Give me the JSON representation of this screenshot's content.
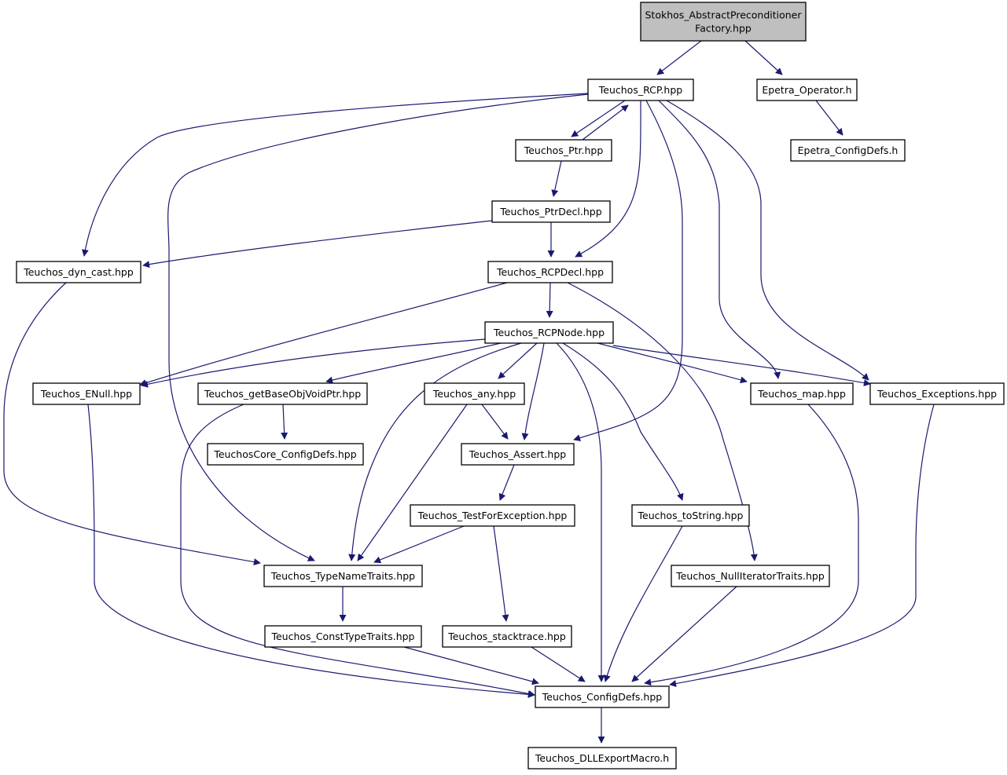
{
  "nodes": [
    {
      "id": "stokhos_apf",
      "lines": [
        "Stokhos_AbstractPreconditioner",
        "Factory.hpp"
      ],
      "root": true
    },
    {
      "id": "rcp",
      "lines": [
        "Teuchos_RCP.hpp"
      ]
    },
    {
      "id": "epetra_op",
      "lines": [
        "Epetra_Operator.h"
      ]
    },
    {
      "id": "ptr",
      "lines": [
        "Teuchos_Ptr.hpp"
      ]
    },
    {
      "id": "epetra_cfg",
      "lines": [
        "Epetra_ConfigDefs.h"
      ]
    },
    {
      "id": "ptrdecl",
      "lines": [
        "Teuchos_PtrDecl.hpp"
      ]
    },
    {
      "id": "dyncast",
      "lines": [
        "Teuchos_dyn_cast.hpp"
      ]
    },
    {
      "id": "rcpdecl",
      "lines": [
        "Teuchos_RCPDecl.hpp"
      ]
    },
    {
      "id": "rcpnode",
      "lines": [
        "Teuchos_RCPNode.hpp"
      ]
    },
    {
      "id": "enull",
      "lines": [
        "Teuchos_ENull.hpp"
      ]
    },
    {
      "id": "getbase",
      "lines": [
        "Teuchos_getBaseObjVoidPtr.hpp"
      ]
    },
    {
      "id": "any",
      "lines": [
        "Teuchos_any.hpp"
      ]
    },
    {
      "id": "map",
      "lines": [
        "Teuchos_map.hpp"
      ]
    },
    {
      "id": "exceptions",
      "lines": [
        "Teuchos_Exceptions.hpp"
      ]
    },
    {
      "id": "corecfg",
      "lines": [
        "TeuchosCore_ConfigDefs.hpp"
      ]
    },
    {
      "id": "assert",
      "lines": [
        "Teuchos_Assert.hpp"
      ]
    },
    {
      "id": "testforexc",
      "lines": [
        "Teuchos_TestForException.hpp"
      ]
    },
    {
      "id": "tostring",
      "lines": [
        "Teuchos_toString.hpp"
      ]
    },
    {
      "id": "typename",
      "lines": [
        "Teuchos_TypeNameTraits.hpp"
      ]
    },
    {
      "id": "nulliter",
      "lines": [
        "Teuchos_NullIteratorTraits.hpp"
      ]
    },
    {
      "id": "consttype",
      "lines": [
        "Teuchos_ConstTypeTraits.hpp"
      ]
    },
    {
      "id": "stacktrace",
      "lines": [
        "Teuchos_stacktrace.hpp"
      ]
    },
    {
      "id": "configdefs",
      "lines": [
        "Teuchos_ConfigDefs.hpp"
      ]
    },
    {
      "id": "dllexport",
      "lines": [
        "Teuchos_DLLExportMacro.h"
      ]
    }
  ],
  "edges": [
    {
      "from": "stokhos_apf",
      "to": "rcp"
    },
    {
      "from": "stokhos_apf",
      "to": "epetra_op"
    },
    {
      "from": "rcp",
      "to": "ptr"
    },
    {
      "from": "rcp",
      "to": "dyncast"
    },
    {
      "from": "rcp",
      "to": "typename"
    },
    {
      "from": "rcp",
      "to": "rcpdecl"
    },
    {
      "from": "rcp",
      "to": "assert"
    },
    {
      "from": "rcp",
      "to": "map"
    },
    {
      "from": "rcp",
      "to": "exceptions"
    },
    {
      "from": "ptr",
      "to": "rcp"
    },
    {
      "from": "ptr",
      "to": "ptrdecl"
    },
    {
      "from": "epetra_op",
      "to": "epetra_cfg"
    },
    {
      "from": "ptrdecl",
      "to": "dyncast"
    },
    {
      "from": "ptrdecl",
      "to": "rcpdecl"
    },
    {
      "from": "dyncast",
      "to": "typename"
    },
    {
      "from": "rcpdecl",
      "to": "rcpnode"
    },
    {
      "from": "rcpdecl",
      "to": "enull"
    },
    {
      "from": "rcpdecl",
      "to": "nulliter"
    },
    {
      "from": "rcpnode",
      "to": "enull"
    },
    {
      "from": "rcpnode",
      "to": "getbase"
    },
    {
      "from": "rcpnode",
      "to": "any"
    },
    {
      "from": "rcpnode",
      "to": "assert"
    },
    {
      "from": "rcpnode",
      "to": "typename"
    },
    {
      "from": "rcpnode",
      "to": "configdefs"
    },
    {
      "from": "rcpnode",
      "to": "tostring"
    },
    {
      "from": "rcpnode",
      "to": "map"
    },
    {
      "from": "rcpnode",
      "to": "exceptions"
    },
    {
      "from": "enull",
      "to": "configdefs"
    },
    {
      "from": "getbase",
      "to": "corecfg"
    },
    {
      "from": "getbase",
      "to": "configdefs"
    },
    {
      "from": "any",
      "to": "assert"
    },
    {
      "from": "any",
      "to": "typename"
    },
    {
      "from": "assert",
      "to": "testforexc"
    },
    {
      "from": "testforexc",
      "to": "typename"
    },
    {
      "from": "testforexc",
      "to": "stacktrace"
    },
    {
      "from": "tostring",
      "to": "configdefs"
    },
    {
      "from": "map",
      "to": "configdefs"
    },
    {
      "from": "exceptions",
      "to": "configdefs"
    },
    {
      "from": "typename",
      "to": "consttype"
    },
    {
      "from": "consttype",
      "to": "configdefs"
    },
    {
      "from": "stacktrace",
      "to": "configdefs"
    },
    {
      "from": "nulliter",
      "to": "configdefs"
    },
    {
      "from": "configdefs",
      "to": "dllexport"
    }
  ]
}
